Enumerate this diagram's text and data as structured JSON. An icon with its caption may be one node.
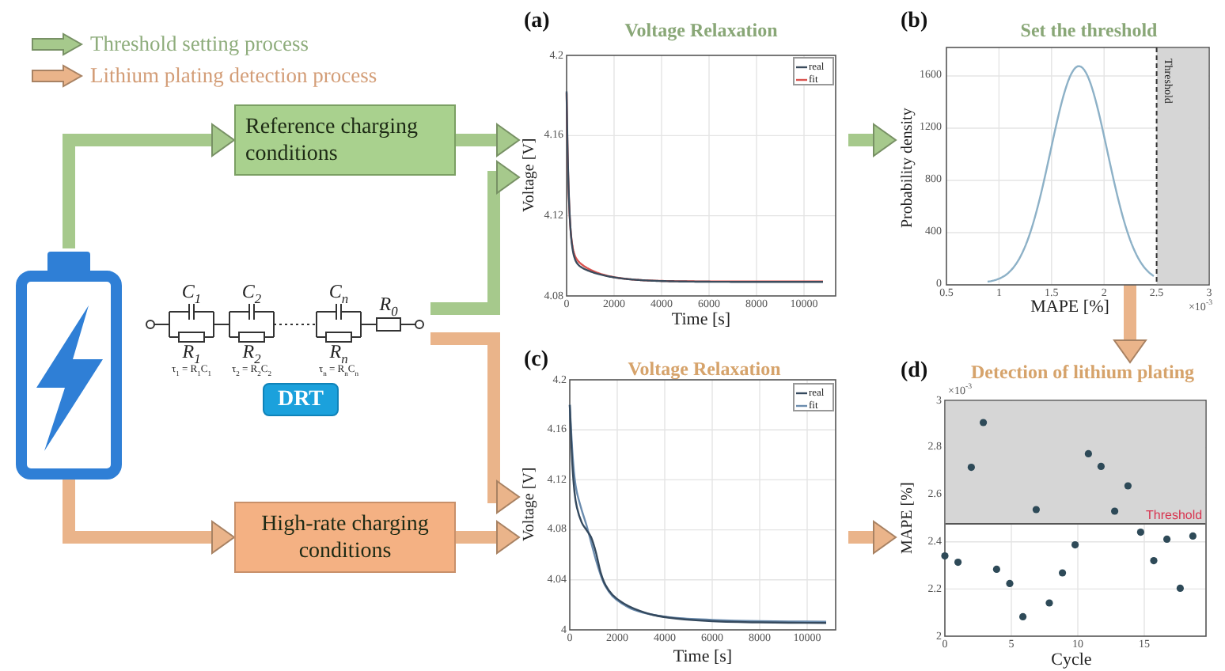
{
  "diagram": {
    "nodes": [
      {
        "text": [],
        "shape": "battery"
      },
      {
        "text": [
          "Reference charging conditions"
        ]
      },
      {
        "text": [],
        "shape": "circuit"
      },
      {
        "text": [
          "DRT"
        ]
      },
      {
        "text": [
          "High-rate charging conditions"
        ]
      },
      {
        "text": [
          "Voltage Relaxation"
        ],
        "beside": [
          "(a)"
        ]
      },
      {
        "text": [
          "Set the threshold"
        ],
        "beside": [
          "(b)"
        ]
      },
      {
        "text": [
          "Voltage Relaxation"
        ],
        "beside": [
          "(c)"
        ]
      },
      {
        "text": [
          "Detection of lithium plating"
        ],
        "beside": [
          "(d)"
        ]
      }
    ],
    "edges": [
      {
        "from": 0,
        "to": 1,
        "arrow": "to",
        "color": "#a6c98c"
      },
      {
        "from": 0,
        "to": 4,
        "arrow": "to",
        "color": "#eab48a"
      },
      {
        "from": 1,
        "to": 5,
        "arrow": "to",
        "color": "#a6c98c"
      },
      {
        "from": 2,
        "to": 5,
        "arrow": "to",
        "color": "#a6c98c"
      },
      {
        "from": 2,
        "to": 7,
        "arrow": "to",
        "color": "#eab48a"
      },
      {
        "from": 4,
        "to": 7,
        "arrow": "to",
        "color": "#eab48a"
      },
      {
        "from": 5,
        "to": 6,
        "arrow": "to",
        "color": "#a6c98c"
      },
      {
        "from": 6,
        "to": 8,
        "arrow": "to",
        "color": "#eab48a"
      },
      {
        "from": 7,
        "to": 8,
        "arrow": "to",
        "color": "#eab48a"
      }
    ],
    "labels": [
      "C$_{1}$",
      "C$_{2}$",
      "C$_{n}$",
      "R$_{0}$",
      "R$_{1}$",
      "R$_{2}$",
      "R$_{n}$",
      "τ$_{1}$ = R$_{1}$C$_{1}$",
      "τ$_{2}$ = R$_{2}$C$_{2}$",
      "τ$_{n}$ = R$_{n}$C$_{n}$",
      "4.2",
      "4.16",
      "4.12",
      "4.08",
      "Voltage [V]",
      "0",
      "2000",
      "4000",
      "6000",
      "8000",
      "10000",
      "Time [s]",
      "Threshold",
      "1600",
      "1200",
      "800",
      "400",
      "0",
      "Probability density",
      "0.5",
      "1",
      "1.5",
      "2",
      "2.5",
      "3",
      "MAPE [%]",
      "×10$^{-3}$",
      "4.2",
      "4.16",
      "4.12",
      "4.08",
      "4.04",
      "4",
      "Voltage [V]",
      "0",
      "2000",
      "4000",
      "6000",
      "8000",
      "10000",
      "Time [s]",
      "×10$^{-3}$",
      "3",
      "2.8",
      "2.6",
      "2.4",
      "2.2",
      "2",
      "MAPE [%]",
      "Threshold",
      "0",
      "5",
      "10",
      "15",
      "Cycle"
    ],
    "legend": [
      {
        "text": "Threshold setting process",
        "color": "#a6c98c"
      },
      {
        "text": "Lithium plating detection process",
        "color": "#eab48a"
      },
      {
        "text": "real"
      },
      {
        "text": "fit"
      },
      {
        "text": "real"
      },
      {
        "text": "fit"
      }
    ]
  }
}
